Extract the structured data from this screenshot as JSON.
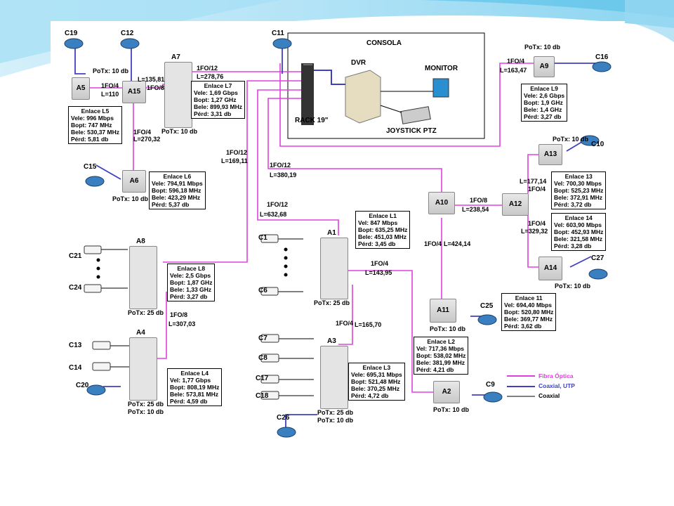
{
  "consola": {
    "title": "CONSOLA",
    "dvr": "DVR",
    "monitor": "MONITOR",
    "rack": "RACK 19\"",
    "joystick": "JOYSTICK PTZ"
  },
  "nodes": {
    "A1": "A1",
    "A2": "A2",
    "A3": "A3",
    "A4": "A4",
    "A5": "A5",
    "A6": "A6",
    "A7": "A7",
    "A8": "A8",
    "A9": "A9",
    "A10": "A10",
    "A11": "A11",
    "A12": "A12",
    "A13": "A13",
    "A14": "A14",
    "A15": "A15"
  },
  "cameras": {
    "C1": "C1",
    "C6": "C6",
    "C7": "C7",
    "C8": "C8",
    "C9": "C9",
    "C10": "C10",
    "C11": "C11",
    "C12": "C12",
    "C13": "C13",
    "C14": "C14",
    "C15": "C15",
    "C16": "C16",
    "C17": "C17",
    "C18": "C18",
    "C19": "C19",
    "C20": "C20",
    "C21": "C21",
    "C24": "C24",
    "C25": "C25",
    "C26": "C26",
    "C27": "C27"
  },
  "potx": {
    "p10": "PoTx: 10 db",
    "p25": "PoTx: 25 db"
  },
  "links": {
    "l_a7_top": "1FO/12",
    "l_a7_len": "L=278,76",
    "l_a15": "1FO/8",
    "l_a15_len": "L=135,81",
    "l_a5": "1FO/4",
    "l_a5_len": "L=110",
    "l_a6": "1FO/4",
    "l_a6_len": "L=270,32",
    "l_a8": "1FO/12",
    "l_a8_len": "L=169,11",
    "l_a10": "1FO/12",
    "l_a10_len": "L=380,19",
    "l_a1": "1FO/12",
    "l_a1_len": "L=632,68",
    "l_a9": "1FO/4",
    "l_a9_len": "L=163,47",
    "l_a12": "1FO/8",
    "l_a12_len": "L=238,54",
    "l_a13": "L=177,14",
    "l_a13_fo": "1FO/4",
    "l_a14": "1FO/4",
    "l_a14_len": "L=329,32",
    "l_a11": "1FO/4",
    "l_a11_len": "L=424,14",
    "l_a2": "1FO/4",
    "l_a2_len": "L=143,95",
    "l_a3": "1FO/4",
    "l_a3_len": "L=165,70",
    "l_a4": "1FO/8",
    "l_a4_len": "L=307,03"
  },
  "enlaces": {
    "L1": {
      "title": "Enlace L1",
      "vel": "Vel: 847 Mbps",
      "bopt": "Bopt: 635,25 MHz",
      "bele": "Bele: 451,03 MHz",
      "perd": "Pérd: 3,45 db"
    },
    "L2": {
      "title": "Enlace L2",
      "vel": "Vel: 717,36 Mbps",
      "bopt": "Bopt: 538,02 MHz",
      "bele": "Bele: 381,99 MHz",
      "perd": "Pérd: 4,21 db"
    },
    "L3": {
      "title": "Enlace L3",
      "vel": "Vele: 695,31 Mbps",
      "bopt": "Bopt: 521,48 MHz",
      "bele": "Bele: 370,25 MHz",
      "perd": "Pérd: 4,72 db"
    },
    "L4": {
      "title": "Enlace L4",
      "vel": "Vel: 1,77 Gbps",
      "bopt": "Bopt: 808,19 MHz",
      "bele": "Bele: 573,81 MHz",
      "perd": "Pérd: 4,59 db"
    },
    "L5": {
      "title": "Enlace L5",
      "vel": "Vele: 996 Mbps",
      "bopt": "Bopt: 747 MHz",
      "bele": "Bele: 530,37 MHz",
      "perd": "Pérd: 5,81 db"
    },
    "L6": {
      "title": "Enlace L6",
      "vel": "Vele: 794,91 Mbps",
      "bopt": "Bopt: 596,18 MHz",
      "bele": "Bele: 423,29 MHz",
      "perd": "Pérd: 5,37 db"
    },
    "L7": {
      "title": "Enlace L7",
      "vel": "Vele: 1,69 Gbps",
      "bopt": "Bopt: 1,27 GHz",
      "bele": "Bele: 899,93 MHz",
      "perd": "Pérd: 3,31 db"
    },
    "L8": {
      "title": "Enlace L8",
      "vel": "Vele: 2,5 Gbps",
      "bopt": "Bopt: 1,87 GHz",
      "bele": "Bele: 1,33 GHz",
      "perd": "Pérd: 3,27 db"
    },
    "L9": {
      "title": "Enlace L9",
      "vel": "Vele: 2,6 Gbps",
      "bopt": "Bopt: 1,9 GHz",
      "bele": "Bele: 1,4 GHz",
      "perd": "Pérd: 3,27 db"
    },
    "L11": {
      "title": "Enlace 11",
      "vel": "Vel: 694,40 Mbps",
      "bopt": "Bopt: 520,80 MHz",
      "bele": "Bele: 369,77 MHz",
      "perd": "Pérd: 3,62 db"
    },
    "L13": {
      "title": "Enlace 13",
      "vel": "Vel: 700,30 Mbps",
      "bopt": "Bopt: 525,23 MHz",
      "bele": "Bele: 372,91 MHz",
      "perd": "Pérd: 3,72 db"
    },
    "L14": {
      "title": "Enlace 14",
      "vel": "Vel: 603,90 Mbps",
      "bopt": "Bopt: 452,93 MHz",
      "bele": "Bele: 321,58 MHz",
      "perd": "Pérd: 3,28 db"
    }
  },
  "legend": {
    "fibra": "Fibra Óptica",
    "coax_utp": "Coaxial, UTP",
    "coax": "Coaxial"
  },
  "colors": {
    "fiber": "#e040e0",
    "coax_utp": "#4040c0",
    "coax": "#000000"
  }
}
